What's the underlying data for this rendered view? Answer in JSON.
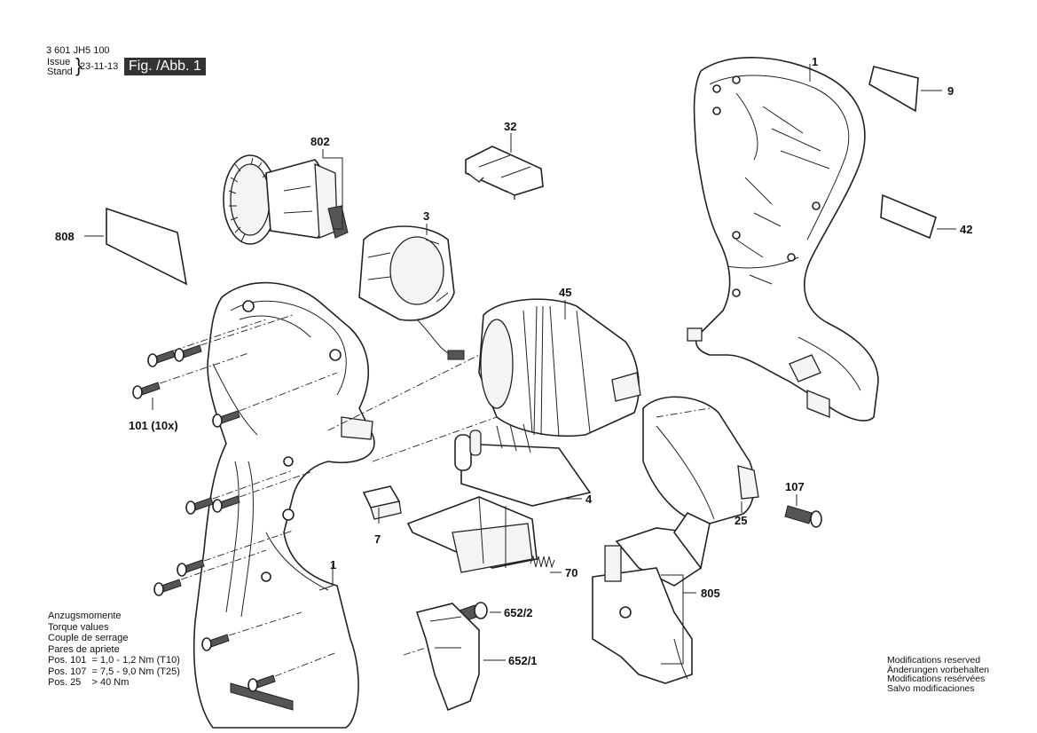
{
  "header": {
    "part_number": "3 601 JH5 100",
    "issue_label": "Issue",
    "stand_label": "Stand",
    "date": "23-11-13",
    "figure_label": "Fig. /Abb. 1"
  },
  "parts": [
    {
      "id": "p1-right",
      "label": "1"
    },
    {
      "id": "p9",
      "label": "9"
    },
    {
      "id": "p42",
      "label": "42"
    },
    {
      "id": "p32",
      "label": "32"
    },
    {
      "id": "p802",
      "label": "802"
    },
    {
      "id": "p808",
      "label": "808"
    },
    {
      "id": "p3",
      "label": "3"
    },
    {
      "id": "p45",
      "label": "45"
    },
    {
      "id": "p101",
      "label": "101 (10x)"
    },
    {
      "id": "p107",
      "label": "107"
    },
    {
      "id": "p4",
      "label": "4"
    },
    {
      "id": "p25",
      "label": "25"
    },
    {
      "id": "p7",
      "label": "7"
    },
    {
      "id": "p70",
      "label": "70"
    },
    {
      "id": "p1-left",
      "label": "1"
    },
    {
      "id": "p805",
      "label": "805"
    },
    {
      "id": "p652-2",
      "label": "652/2"
    },
    {
      "id": "p652-1",
      "label": "652/1"
    }
  ],
  "torque_notes": {
    "lines": [
      "Anzugsmomente",
      "Torque values",
      "Couple de serrage",
      "Pares de apriete",
      "Pos. 101  = 1,0 - 1,2 Nm (T10)",
      "Pos. 107  = 7,5 - 9,0 Nm (T25)",
      "Pos. 25    > 40 Nm"
    ]
  },
  "modifications_notice": {
    "lines": [
      "Modifications reserved",
      "Änderungen vorbehalten",
      "Modifications resérvées",
      "Salvo modificaciones"
    ]
  }
}
